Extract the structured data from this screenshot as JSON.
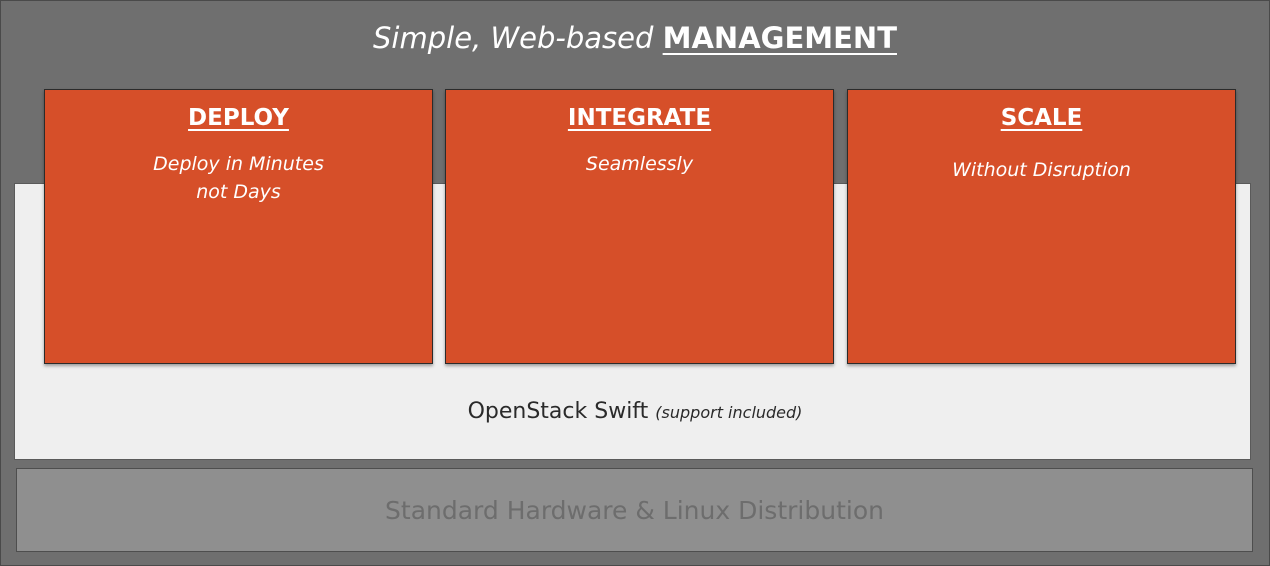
{
  "header": {
    "lead": "Simple, Web-based",
    "strong": "MANAGEMENT"
  },
  "cards": [
    {
      "title": "DEPLOY",
      "subtitle": "Deploy in Minutes\nnot Days"
    },
    {
      "title": "INTEGRATE",
      "subtitle": "Seamlessly"
    },
    {
      "title": "SCALE",
      "subtitle": "Without Disruption"
    }
  ],
  "swift_layer": {
    "label": "OpenStack Swift",
    "note": "(support included)"
  },
  "hardware_layer": {
    "label": "Standard Hardware & Linux Distribution"
  },
  "colors": {
    "card_fill": "#d64f29",
    "outer_bg": "#6f6f6f",
    "swift_bg": "#efefef",
    "hardware_bg": "#8f8f8f"
  }
}
